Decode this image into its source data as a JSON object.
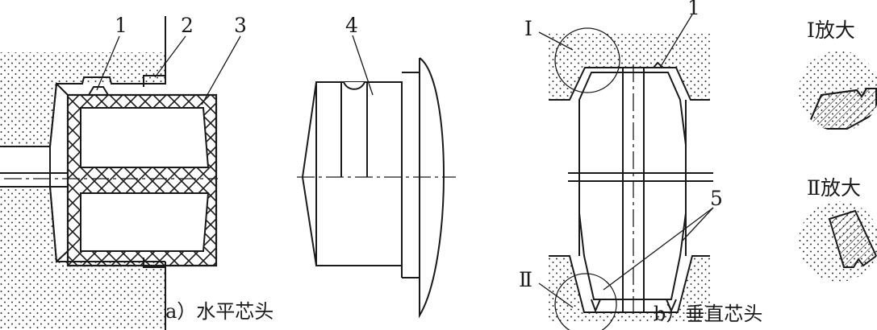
{
  "diagram": {
    "panel_a": {
      "caption": "a）水平芯头",
      "callouts": [
        "1",
        "2",
        "3",
        "4"
      ]
    },
    "panel_b": {
      "caption": "b）垂直芯头",
      "callouts": [
        "1",
        "5"
      ],
      "detail_marks": [
        "Ⅰ",
        "Ⅱ"
      ]
    },
    "enlargements": [
      {
        "label": "Ⅰ放大"
      },
      {
        "label": "Ⅱ放大"
      }
    ]
  },
  "colors": {
    "line": "#1a1a1a",
    "background": "#ffffff",
    "sand_dots": "#333333"
  }
}
